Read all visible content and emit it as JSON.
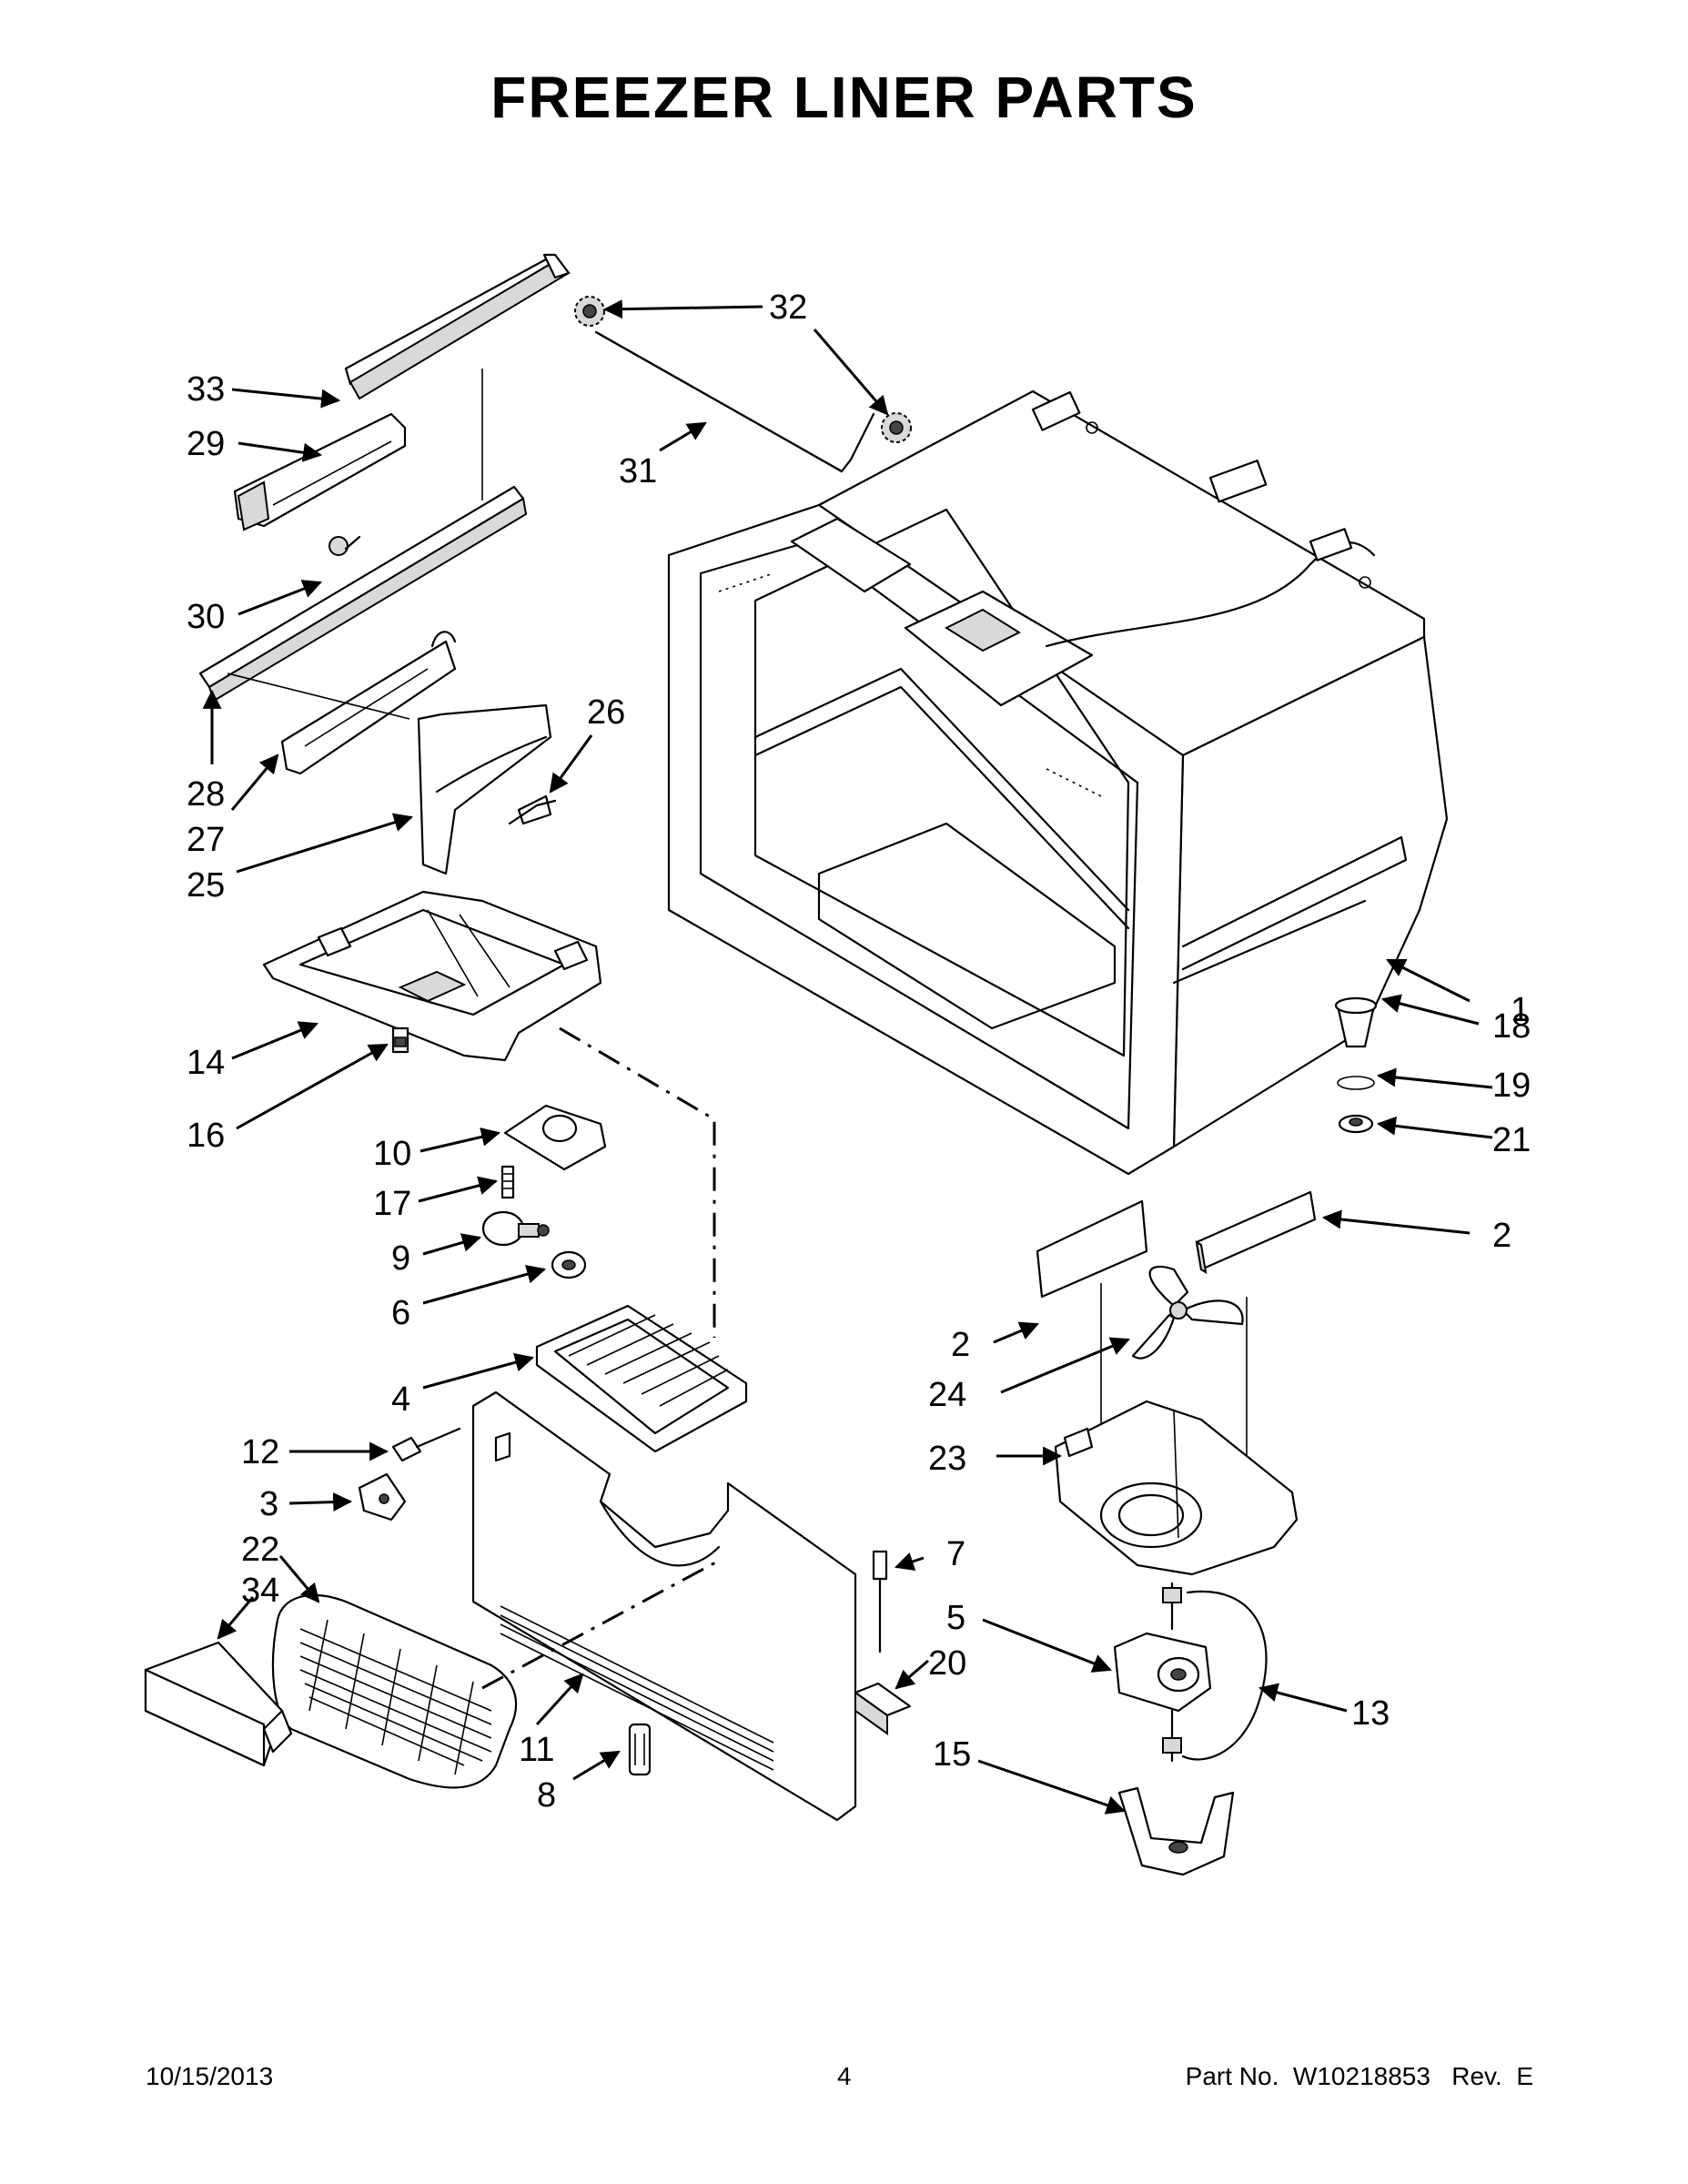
{
  "title": "FREEZER LINER PARTS",
  "footer": {
    "date": "10/15/2013",
    "page": "4",
    "part_number": "Part No.  W10218853   Rev.  E"
  },
  "callouts": {
    "c1": "1",
    "c2a": "2",
    "c2b": "2",
    "c3": "3",
    "c4": "4",
    "c5": "5",
    "c6": "6",
    "c7": "7",
    "c8": "8",
    "c9": "9",
    "c10": "10",
    "c11": "11",
    "c12": "12",
    "c13": "13",
    "c14": "14",
    "c15": "15",
    "c16": "16",
    "c17": "17",
    "c18": "18",
    "c19": "19",
    "c20": "20",
    "c21": "21",
    "c22": "22",
    "c23": "23",
    "c24": "24",
    "c25": "25",
    "c26": "26",
    "c27": "27",
    "c28": "28",
    "c29": "29",
    "c30": "30",
    "c31": "31",
    "c32": "32",
    "c33": "33",
    "c34": "34"
  }
}
